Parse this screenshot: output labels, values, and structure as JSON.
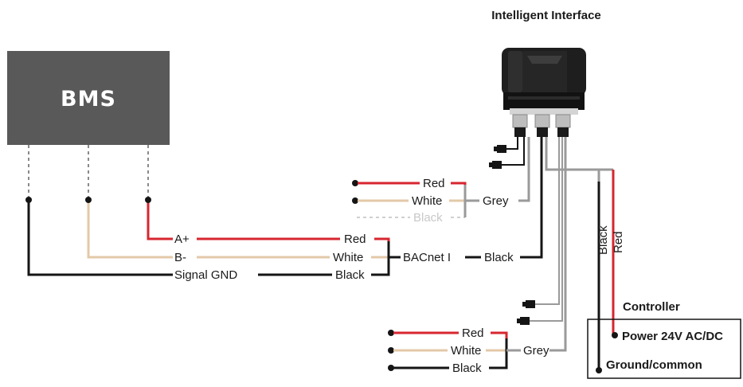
{
  "device": {
    "title": "Intelligent Interface"
  },
  "bms": {
    "label": "BMS"
  },
  "bms_terminals": {
    "a_plus": "A+",
    "b_minus": "B-",
    "signal_gnd": "Signal GND"
  },
  "bacnet_cable": {
    "red": "Red",
    "white": "White",
    "black": "Black",
    "name": "BACnet I",
    "jacket": "Black"
  },
  "upper_cable": {
    "red": "Red",
    "white": "White",
    "black": "Black",
    "jacket": "Grey"
  },
  "lower_cable": {
    "red": "Red",
    "white": "White",
    "black": "Black",
    "jacket": "Grey"
  },
  "power_cable": {
    "black": "Black",
    "red": "Red"
  },
  "controller": {
    "title": "Controller",
    "power": "Power 24V AC/DC",
    "ground": "Ground/common"
  },
  "colors": {
    "red_wire": "#d7262f",
    "white_wire": "#e3c9a8",
    "black_wire": "#151515",
    "grey_wire": "#9a9a9a",
    "bms_box": "#595959"
  }
}
